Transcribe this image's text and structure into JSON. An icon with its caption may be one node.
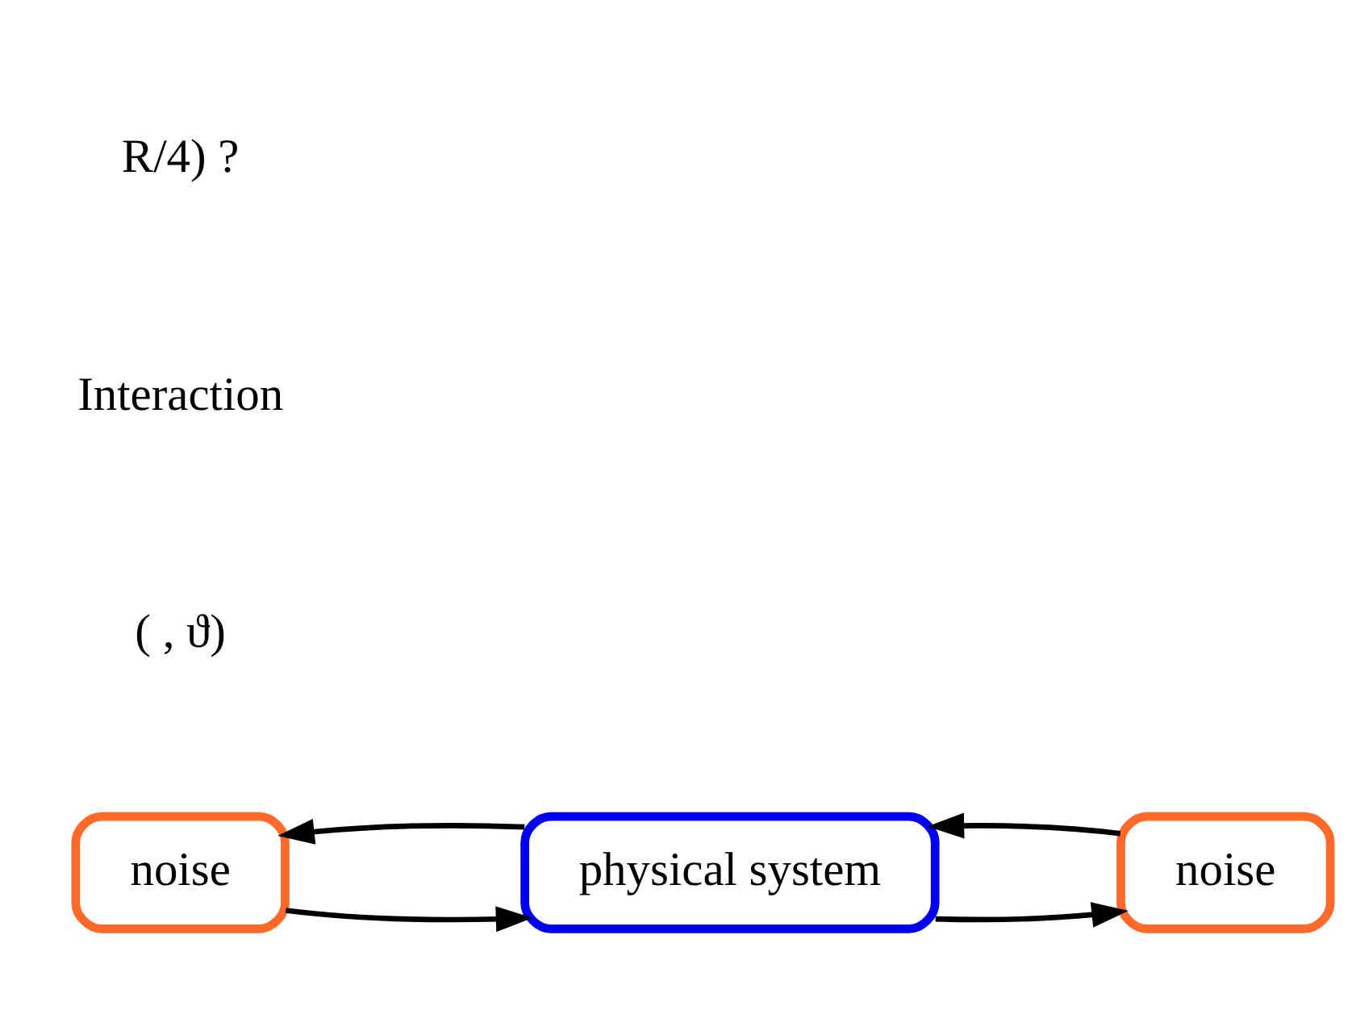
{
  "diagram": {
    "nodes": [
      {
        "text": [
          "noise"
        ]
      },
      {
        "text": [
          "physical system"
        ]
      },
      {
        "text": [
          "noise"
        ]
      }
    ],
    "edges": [
      {
        "from": 0,
        "to": 1,
        "arrow": "to"
      },
      {
        "from": 1,
        "to": 0,
        "arrow": "to"
      },
      {
        "from": 1,
        "to": 2,
        "arrow": "to"
      },
      {
        "from": 2,
        "to": 1,
        "arrow": "to"
      }
    ],
    "labels": [
      "( , ϑ)",
      "Interaction",
      "R/4) ?"
    ]
  }
}
